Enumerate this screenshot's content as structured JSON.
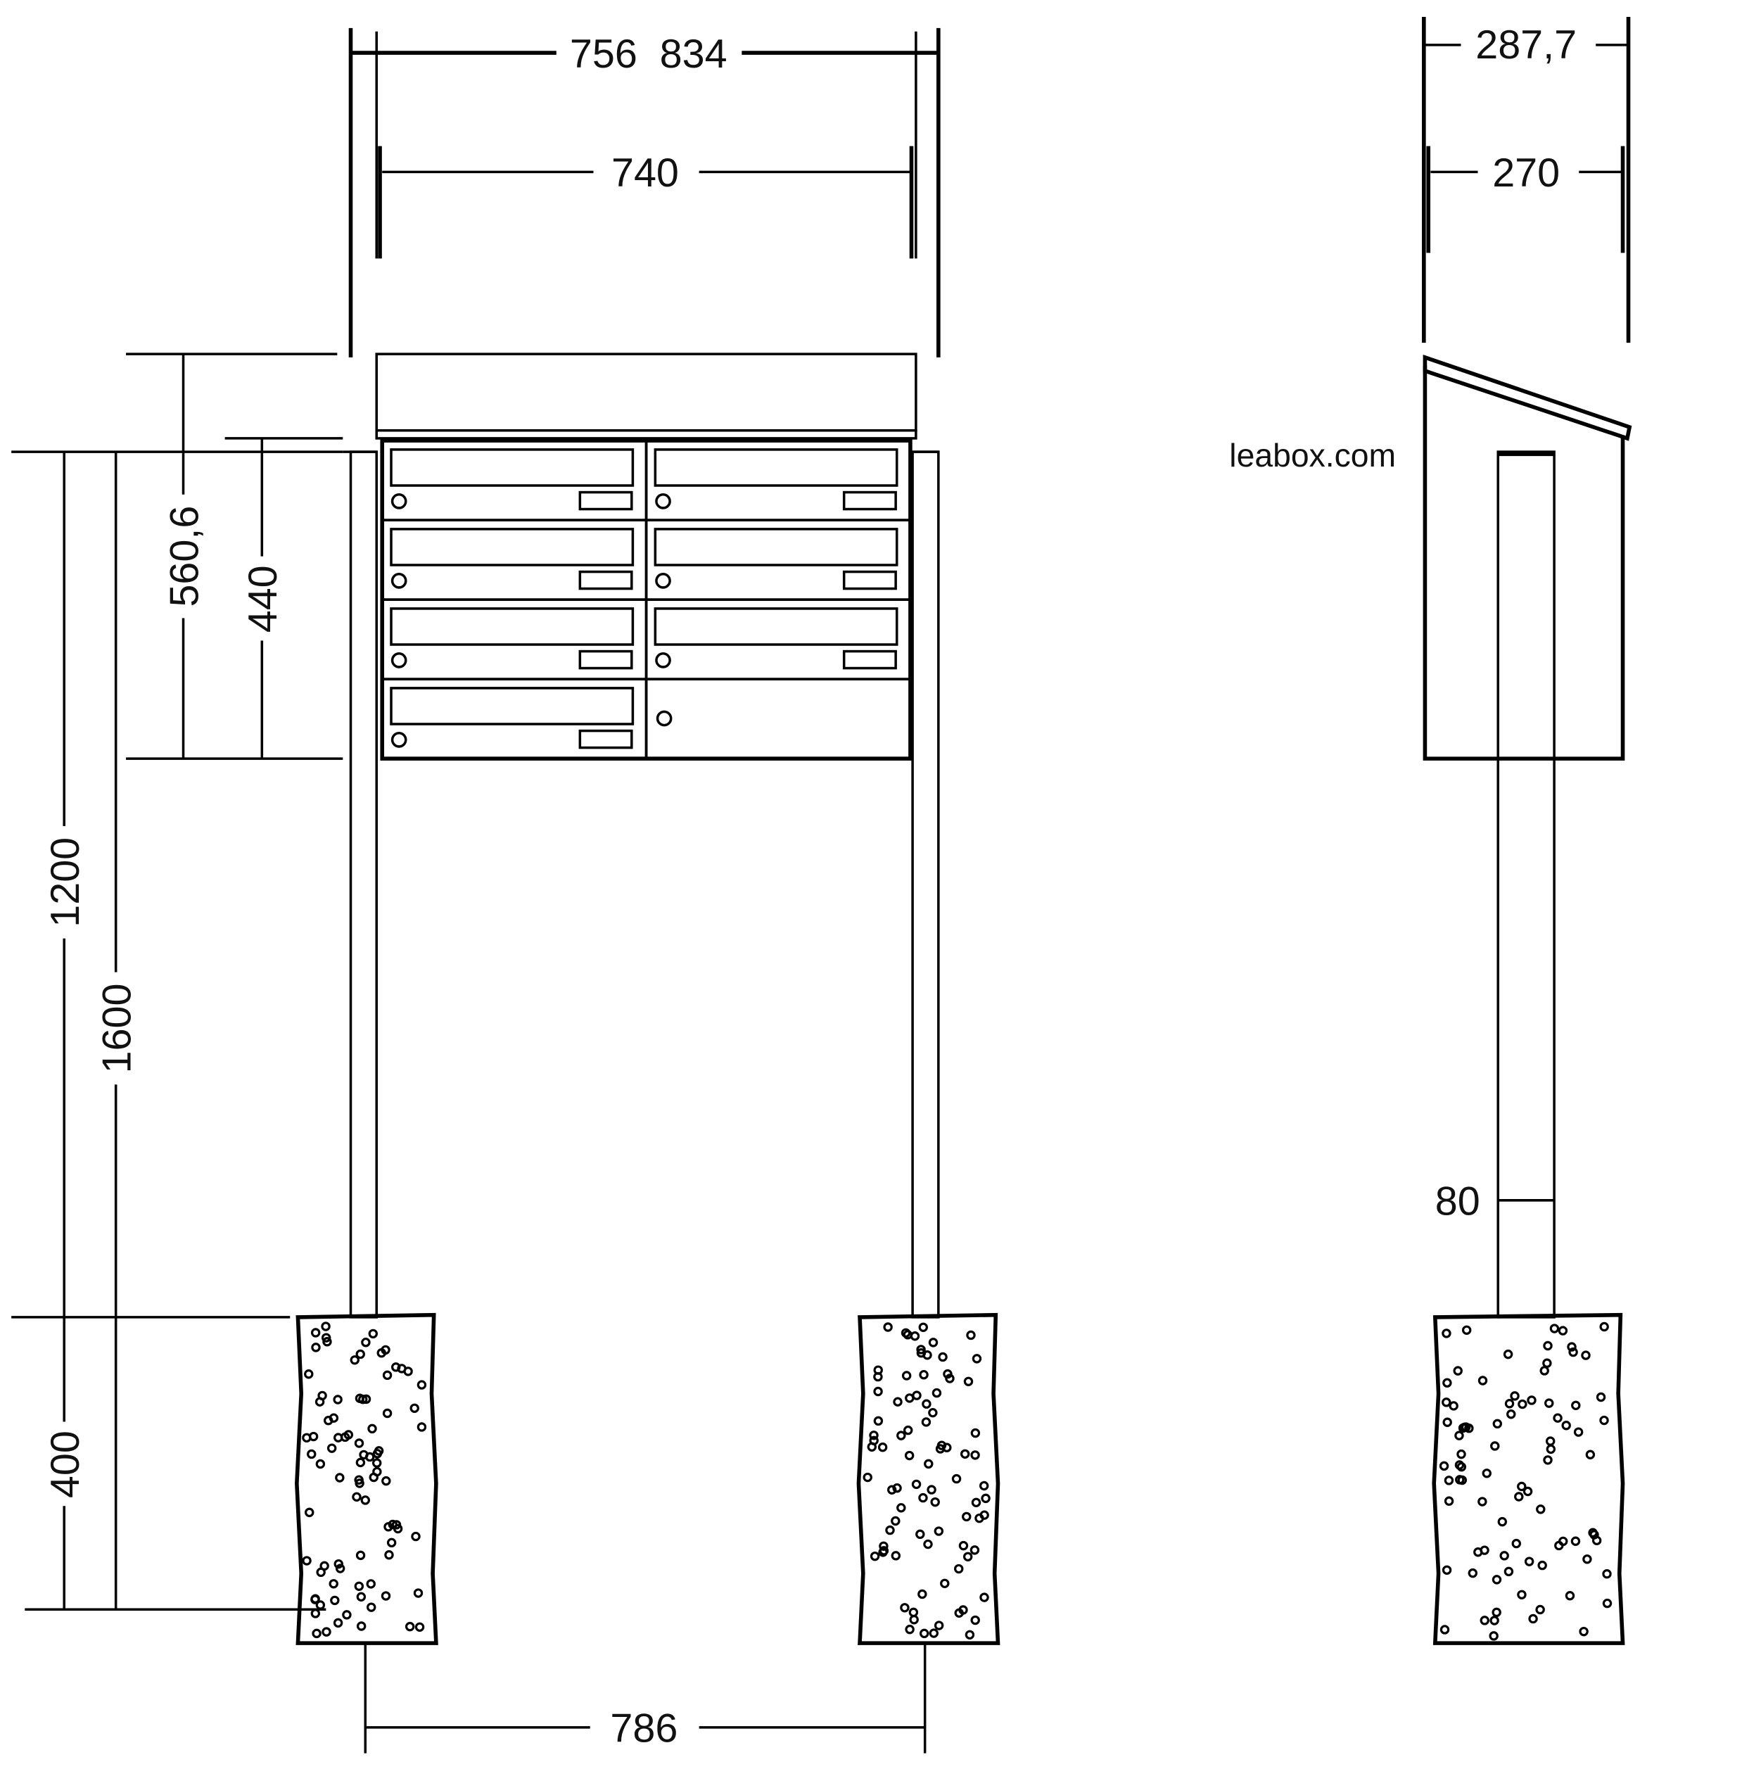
{
  "drawing": {
    "title_watermark": "leabox.com",
    "front_view": {
      "overall_width_labels": [
        "756",
        "834"
      ],
      "inner_width": "740",
      "height_roof": "560,6",
      "height_boxes": "440",
      "height_ground_to_box_bottom": "1200",
      "height_total_post": "1600",
      "foundation_depth": "400",
      "post_spacing": "786",
      "mailbox_rows": 4,
      "mailbox_columns": 2,
      "mailbox_count": 7
    },
    "side_view": {
      "depth_roof": "287,7",
      "depth_box": "270",
      "post_width": "80"
    }
  }
}
